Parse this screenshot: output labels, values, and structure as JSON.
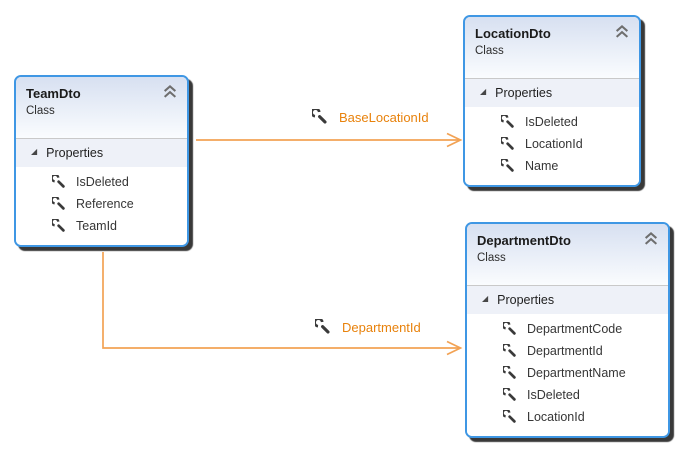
{
  "diagram": {
    "type": "class-diagram",
    "colors": {
      "box_border": "#3f97e4",
      "connector_orange": "#f2a254",
      "label_orange": "#e8820c",
      "shadow": "#2a2a2a"
    },
    "classes": [
      {
        "name": "TeamDto",
        "stereotype": "Class",
        "section_label": "Properties",
        "properties": [
          "IsDeleted",
          "Reference",
          "TeamId"
        ]
      },
      {
        "name": "LocationDto",
        "stereotype": "Class",
        "section_label": "Properties",
        "properties": [
          "IsDeleted",
          "LocationId",
          "Name"
        ]
      },
      {
        "name": "DepartmentDto",
        "stereotype": "Class",
        "section_label": "Properties",
        "properties": [
          "DepartmentCode",
          "DepartmentId",
          "DepartmentName",
          "IsDeleted",
          "LocationId"
        ]
      }
    ],
    "associations": [
      {
        "label": "BaseLocationId",
        "from": "TeamDto",
        "to": "LocationDto"
      },
      {
        "label": "DepartmentId",
        "from": "TeamDto",
        "to": "DepartmentDto"
      }
    ],
    "icons": {
      "property": "wrench-icon",
      "collapse": "chevron-up-double-icon",
      "section_expander": "triangle-expander-icon"
    }
  }
}
